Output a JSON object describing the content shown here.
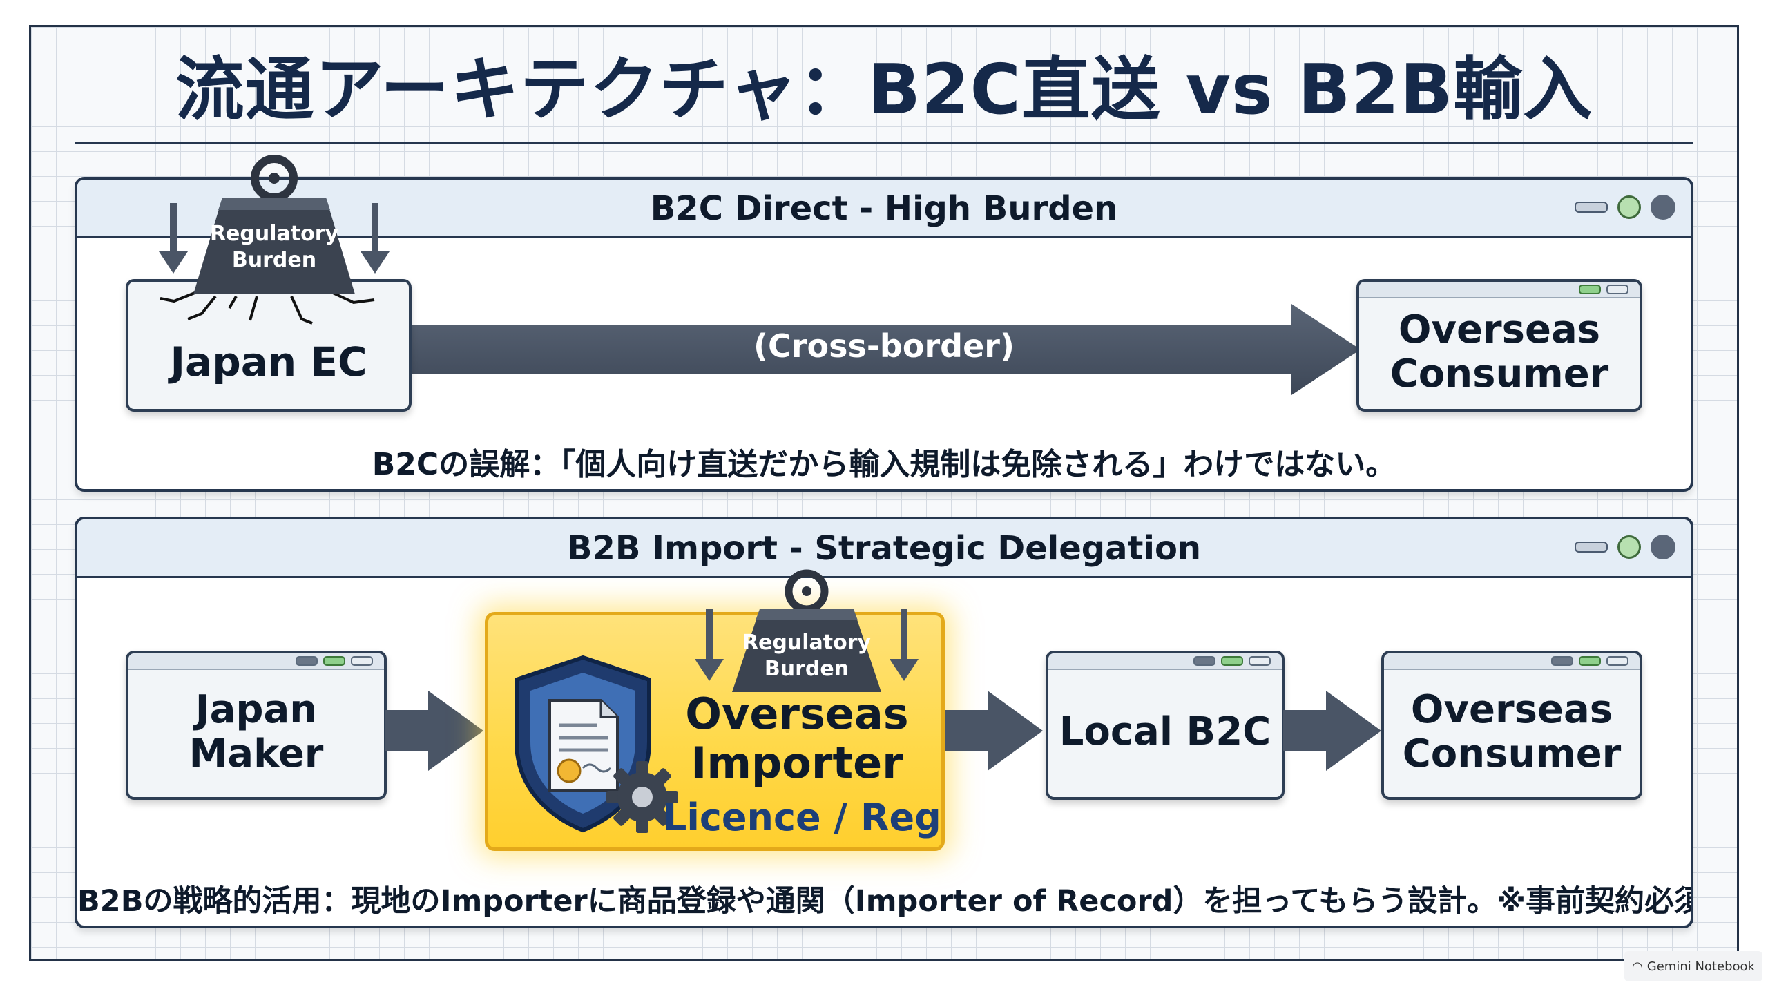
{
  "title": "流通アーキテクチャ：B2C直送 vs B2B輸入",
  "b2c": {
    "header": "B2C Direct - High Burden",
    "weight_label_line1": "Regulatory",
    "weight_label_line2": "Burden",
    "source": "Japan EC",
    "arrow_label": "(Cross-border)",
    "target_line1": "Overseas",
    "target_line2": "Consumer",
    "note": "B2Cの誤解：「個人向け直送だから輸入規制は免除される」わけではない。"
  },
  "b2b": {
    "header": "B2B Import - Strategic Delegation",
    "maker_line1": "Japan",
    "maker_line2": "Maker",
    "weight_label_line1": "Regulatory",
    "weight_label_line2": "Burden",
    "importer_line1": "Overseas",
    "importer_line2": "Importer",
    "importer_sub": "Licence / Reg",
    "local": "Local B2C",
    "consumer_line1": "Overseas",
    "consumer_line2": "Consumer",
    "note": "B2Bの戦略的活用：現地のImporterに商品登録や通関（Importer of Record）を担ってもらう設計。※事前契約必須"
  },
  "watermark": "Gemini Notebook",
  "colors": {
    "navy": "#15294a",
    "arrow": "#4a5566",
    "highlight": "#ffd94a",
    "shield": "#1f3b6e"
  }
}
